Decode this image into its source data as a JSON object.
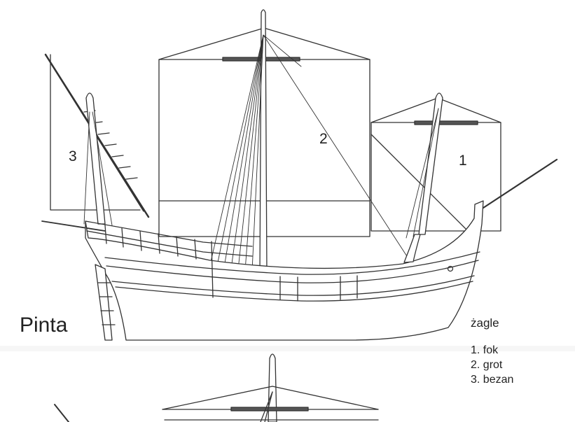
{
  "title": "Pinta",
  "sail_markers": {
    "one": "1",
    "two": "2",
    "three": "3"
  },
  "legend": {
    "heading": "żagle",
    "items": [
      "1. fok",
      "2. grot",
      "3. bezan"
    ]
  },
  "colors": {
    "line": "#333333",
    "text": "#222222",
    "background": "#ffffff"
  }
}
